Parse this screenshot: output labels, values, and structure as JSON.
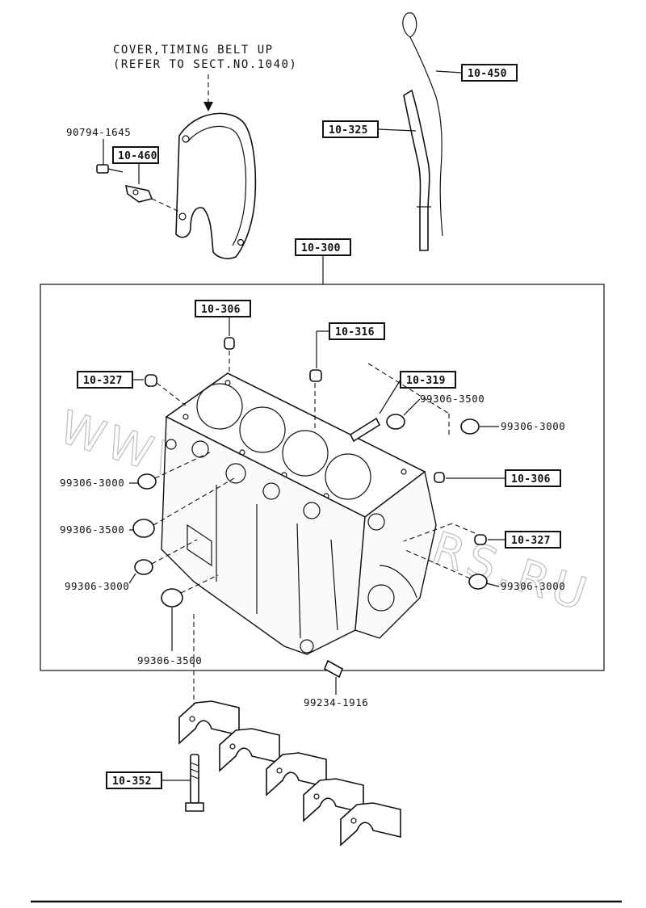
{
  "title_lines": [
    "COVER,TIMING BELT UP",
    "(REFER TO SECT.NO.1040)"
  ],
  "labels": {
    "bolt_top_left": "90794-1645",
    "b_10_460": "10-460",
    "b_10_450": "10-450",
    "b_10_325": "10-325",
    "b_10_300": "10-300",
    "b_10_306_top": "10-306",
    "b_10_316": "10-316",
    "b_10_327_left": "10-327",
    "b_10_319": "10-319",
    "plug_3500_top": "99306-3500",
    "plug_3000_right_top": "99306-3000",
    "b_10_306_right": "10-306",
    "plug_3000_left_1": "99306-3000",
    "plug_3500_left": "99306-3500",
    "b_10_327_right": "10-327",
    "plug_3000_left_2": "99306-3000",
    "plug_3000_right_bottom": "99306-3000",
    "plug_3500_bottom": "99306-3500",
    "pin_bottom": "99234-1916",
    "b_10_352": "10-352"
  },
  "watermark": "WWW.JAPANCARS.RU"
}
